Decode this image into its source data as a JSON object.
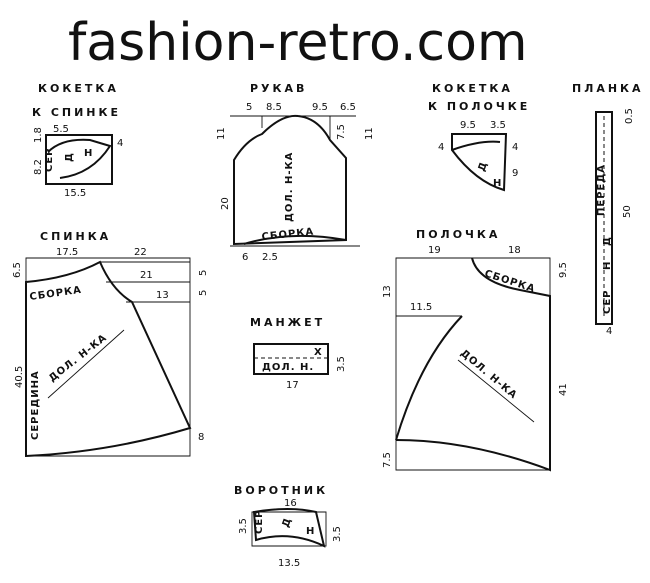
{
  "header": {
    "site": "fashion-retro.com"
  },
  "pieces": {
    "yoke_back": {
      "title_1": "КОКЕТКА",
      "title_2": "К СПИНКЕ",
      "top": "5.5",
      "side_a": "1.8",
      "side_b": "8.2",
      "right": "4",
      "bottom": "15.5",
      "ser": "СЕР",
      "d": "Д",
      "n": "Н"
    },
    "sleeve": {
      "title": "РУКАВ",
      "t1": "5",
      "t2": "8.5",
      "t3": "9.5",
      "t4": "6.5",
      "left_h": "11",
      "right_h": "11",
      "r1": "7.5",
      "mid": "20",
      "b1": "6",
      "b2": "2.5",
      "grain": "ДОЛ. Н-КА",
      "gather": "СБОРКА"
    },
    "yoke_front": {
      "title_1": "КОКЕТКА",
      "title_2": "К ПОЛОЧКЕ",
      "t1": "9.5",
      "t2": "3.5",
      "left": "4",
      "right": "4",
      "r2": "9",
      "d": "Д",
      "n": "Н"
    },
    "placket": {
      "title": "ПЛАНКА",
      "w": "0.5",
      "h": "50",
      "bot": "4",
      "pered": "ПЕРЕДА",
      "d": "Д",
      "n": "Н",
      "ser": "СЕР"
    },
    "back": {
      "title": "СПИНКА",
      "t1": "17.5",
      "t2": "22",
      "inner_1": "21",
      "inner_2": "13",
      "left_top": "6.5",
      "left_h": "40.5",
      "right_1": "5",
      "right_2": "5",
      "right_bot": "8",
      "gather": "СБОРКА",
      "grain": "ДОЛ. Н-КА",
      "fold": "СЕРЕДИНА"
    },
    "cuff": {
      "title": "МАНЖЕТ",
      "w": "17",
      "h": "3.5",
      "cross": "Х",
      "grain": "ДОЛ. Н."
    },
    "front": {
      "title": "ПОЛОЧКА",
      "t1": "19",
      "t2": "18",
      "inner": "11.5",
      "left_top": "13",
      "left_bot": "7.5",
      "right_top": "9.5",
      "right_h": "41",
      "gather": "СБОРКА",
      "grain": "ДОЛ. Н-КА"
    },
    "collar": {
      "title": "ВОРОТНИК",
      "top": "16",
      "bottom": "13.5",
      "left": "3.5",
      "right": "3.5",
      "ser": "СЕР",
      "d": "Д",
      "n": "Н"
    }
  }
}
